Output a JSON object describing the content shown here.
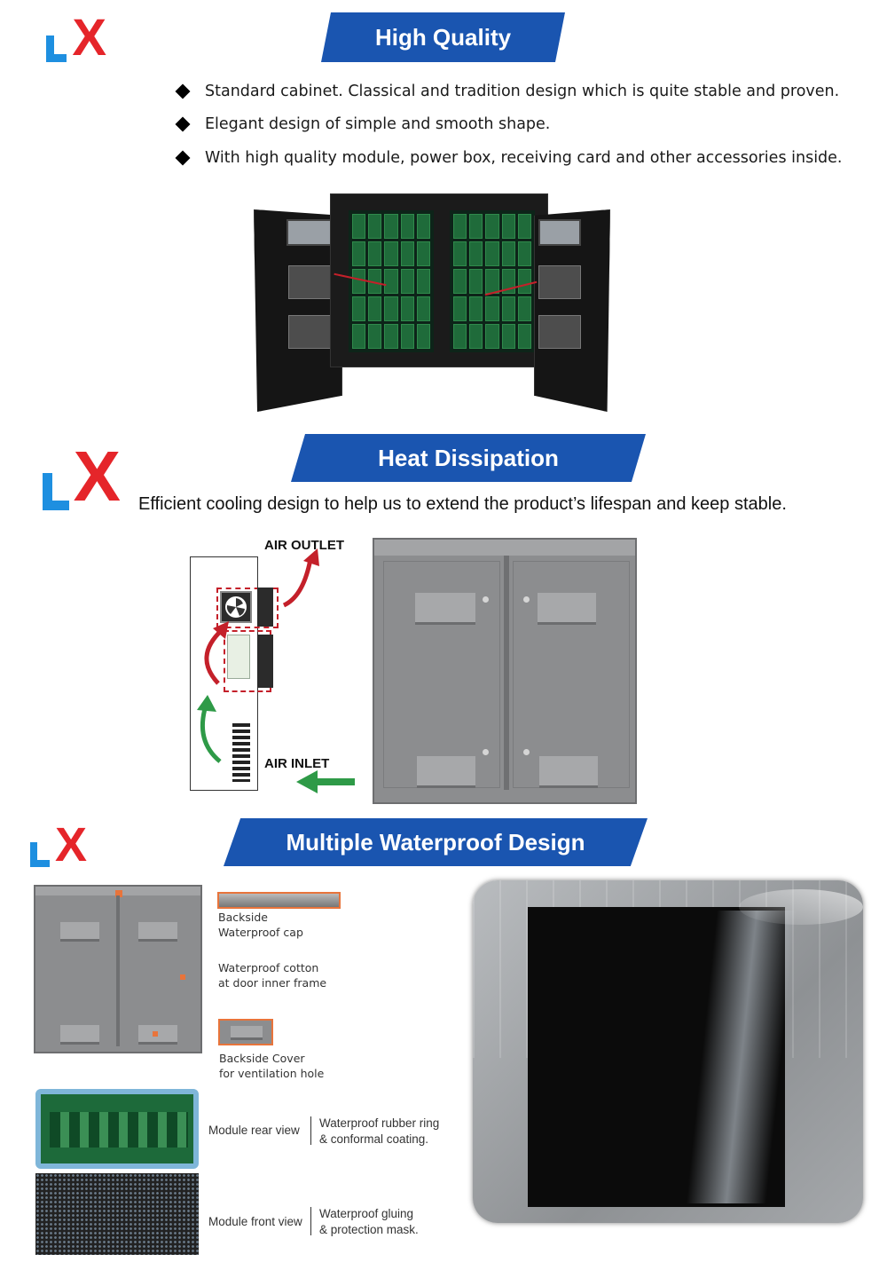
{
  "brand": {
    "logo_l": "L",
    "logo_x": "X",
    "blue": "#1e8fe0",
    "red": "#e5252a"
  },
  "section1": {
    "title": "High Quality",
    "bullets": [
      "Standard cabinet. Classical and tradition design which is quite stable and proven.",
      "Elegant design of simple and smooth shape.",
      "With high quality module, power box, receiving card and other accessories inside."
    ]
  },
  "section2": {
    "title": "Heat Dissipation",
    "subtitle": "Efficient cooling design to help us to extend the product’s lifespan and keep stable.",
    "air_outlet": "AIR OUTLET",
    "air_inlet": "AIR INLET"
  },
  "section3": {
    "title": "Multiple Waterproof Design",
    "callouts": {
      "cap_line1": "Backside",
      "cap_line2": "Waterproof cap",
      "cotton_line1": "Waterproof cotton",
      "cotton_line2": "at door inner frame",
      "cover_line1": "Backside Cover",
      "cover_line2": "for ventilation hole"
    },
    "module_rear": "Module rear view",
    "module_rear_note1": "Waterproof rubber ring",
    "module_rear_note2": "& conformal coating.",
    "module_front": "Module front view",
    "module_front_note1": "Waterproof gluing",
    "module_front_note2": "& protection mask."
  },
  "colors": {
    "banner": "#1a55b0",
    "arrow_red": "#c4202a",
    "arrow_green": "#2e9a47",
    "cabinet_grey": "#8c8d8f"
  }
}
